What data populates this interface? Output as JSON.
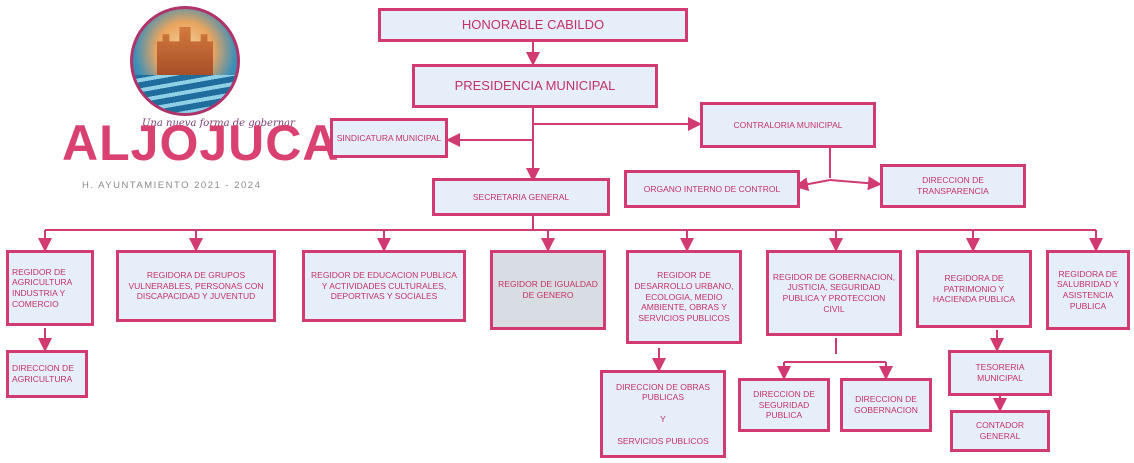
{
  "logo": {
    "name": "ALJOJUCA",
    "tagline": "Una nueva forma de gobernar",
    "subtitle": "H. AYUNTAMIENTO 2021 - 2024"
  },
  "chart": {
    "cabildo": "HONORABLE CABILDO",
    "presidencia": "PRESIDENCIA MUNICIPAL",
    "sindicatura": "SINDICATURA MUNICIPAL",
    "contraloria": "CONTRALORIA MUNICIPAL",
    "secretaria": "SECRETARIA GENERAL",
    "organo": "ORGANO INTERNO DE CONTROL",
    "transparencia": "DIRECCION DE TRANSPARENCIA",
    "regidurias": [
      "REGIDOR DE AGRICULTURA INDUSTRIA Y COMERCIO",
      "REGIDORA DE GRUPOS VULNERABLES, PERSONAS CON DISCAPACIDAD Y JUVENTUD",
      "REGIDOR DE EDUCACION PUBLICA Y ACTIVIDADES CULTURALES, DEPORTIVAS Y SOCIALES",
      "REGIDOR DE IGUALDAD DE GENERO",
      "REGIDOR DE DESARROLLO URBANO, ECOLOGIA, MEDIO AMBIENTE, OBRAS Y SERVICIOS PUBLICOS",
      "REGIDOR DE GOBERNACION, JUSTICIA, SEGURIDAD PUBLICA Y PROTECCION CIVIL",
      "REGIDORA DE PATRIMONIO Y HACIENDA PUBLICA",
      "REGIDORA DE SALUBRIDAD Y ASISTENCIA PUBLICA"
    ],
    "dir_agricultura": "DIRECCION DE AGRICULTURA",
    "dir_obras_1": "DIRECCION DE OBRAS PUBLICAS",
    "dir_obras_2": "Y",
    "dir_obras_3": "SERVICIOS PUBLICOS",
    "dir_seguridad": "DIRECCION DE SEGURIDAD PUBLICA",
    "dir_gobernacion": "DIRECCION DE GOBERNACION",
    "tesoreria": "TESORERIA MUNICIPAL",
    "contador": "CONTADOR GENERAL"
  },
  "colors": {
    "border": "#d23a72",
    "fill": "#e6eff9",
    "line": "#d23a72",
    "logo_text": "#d94171"
  }
}
